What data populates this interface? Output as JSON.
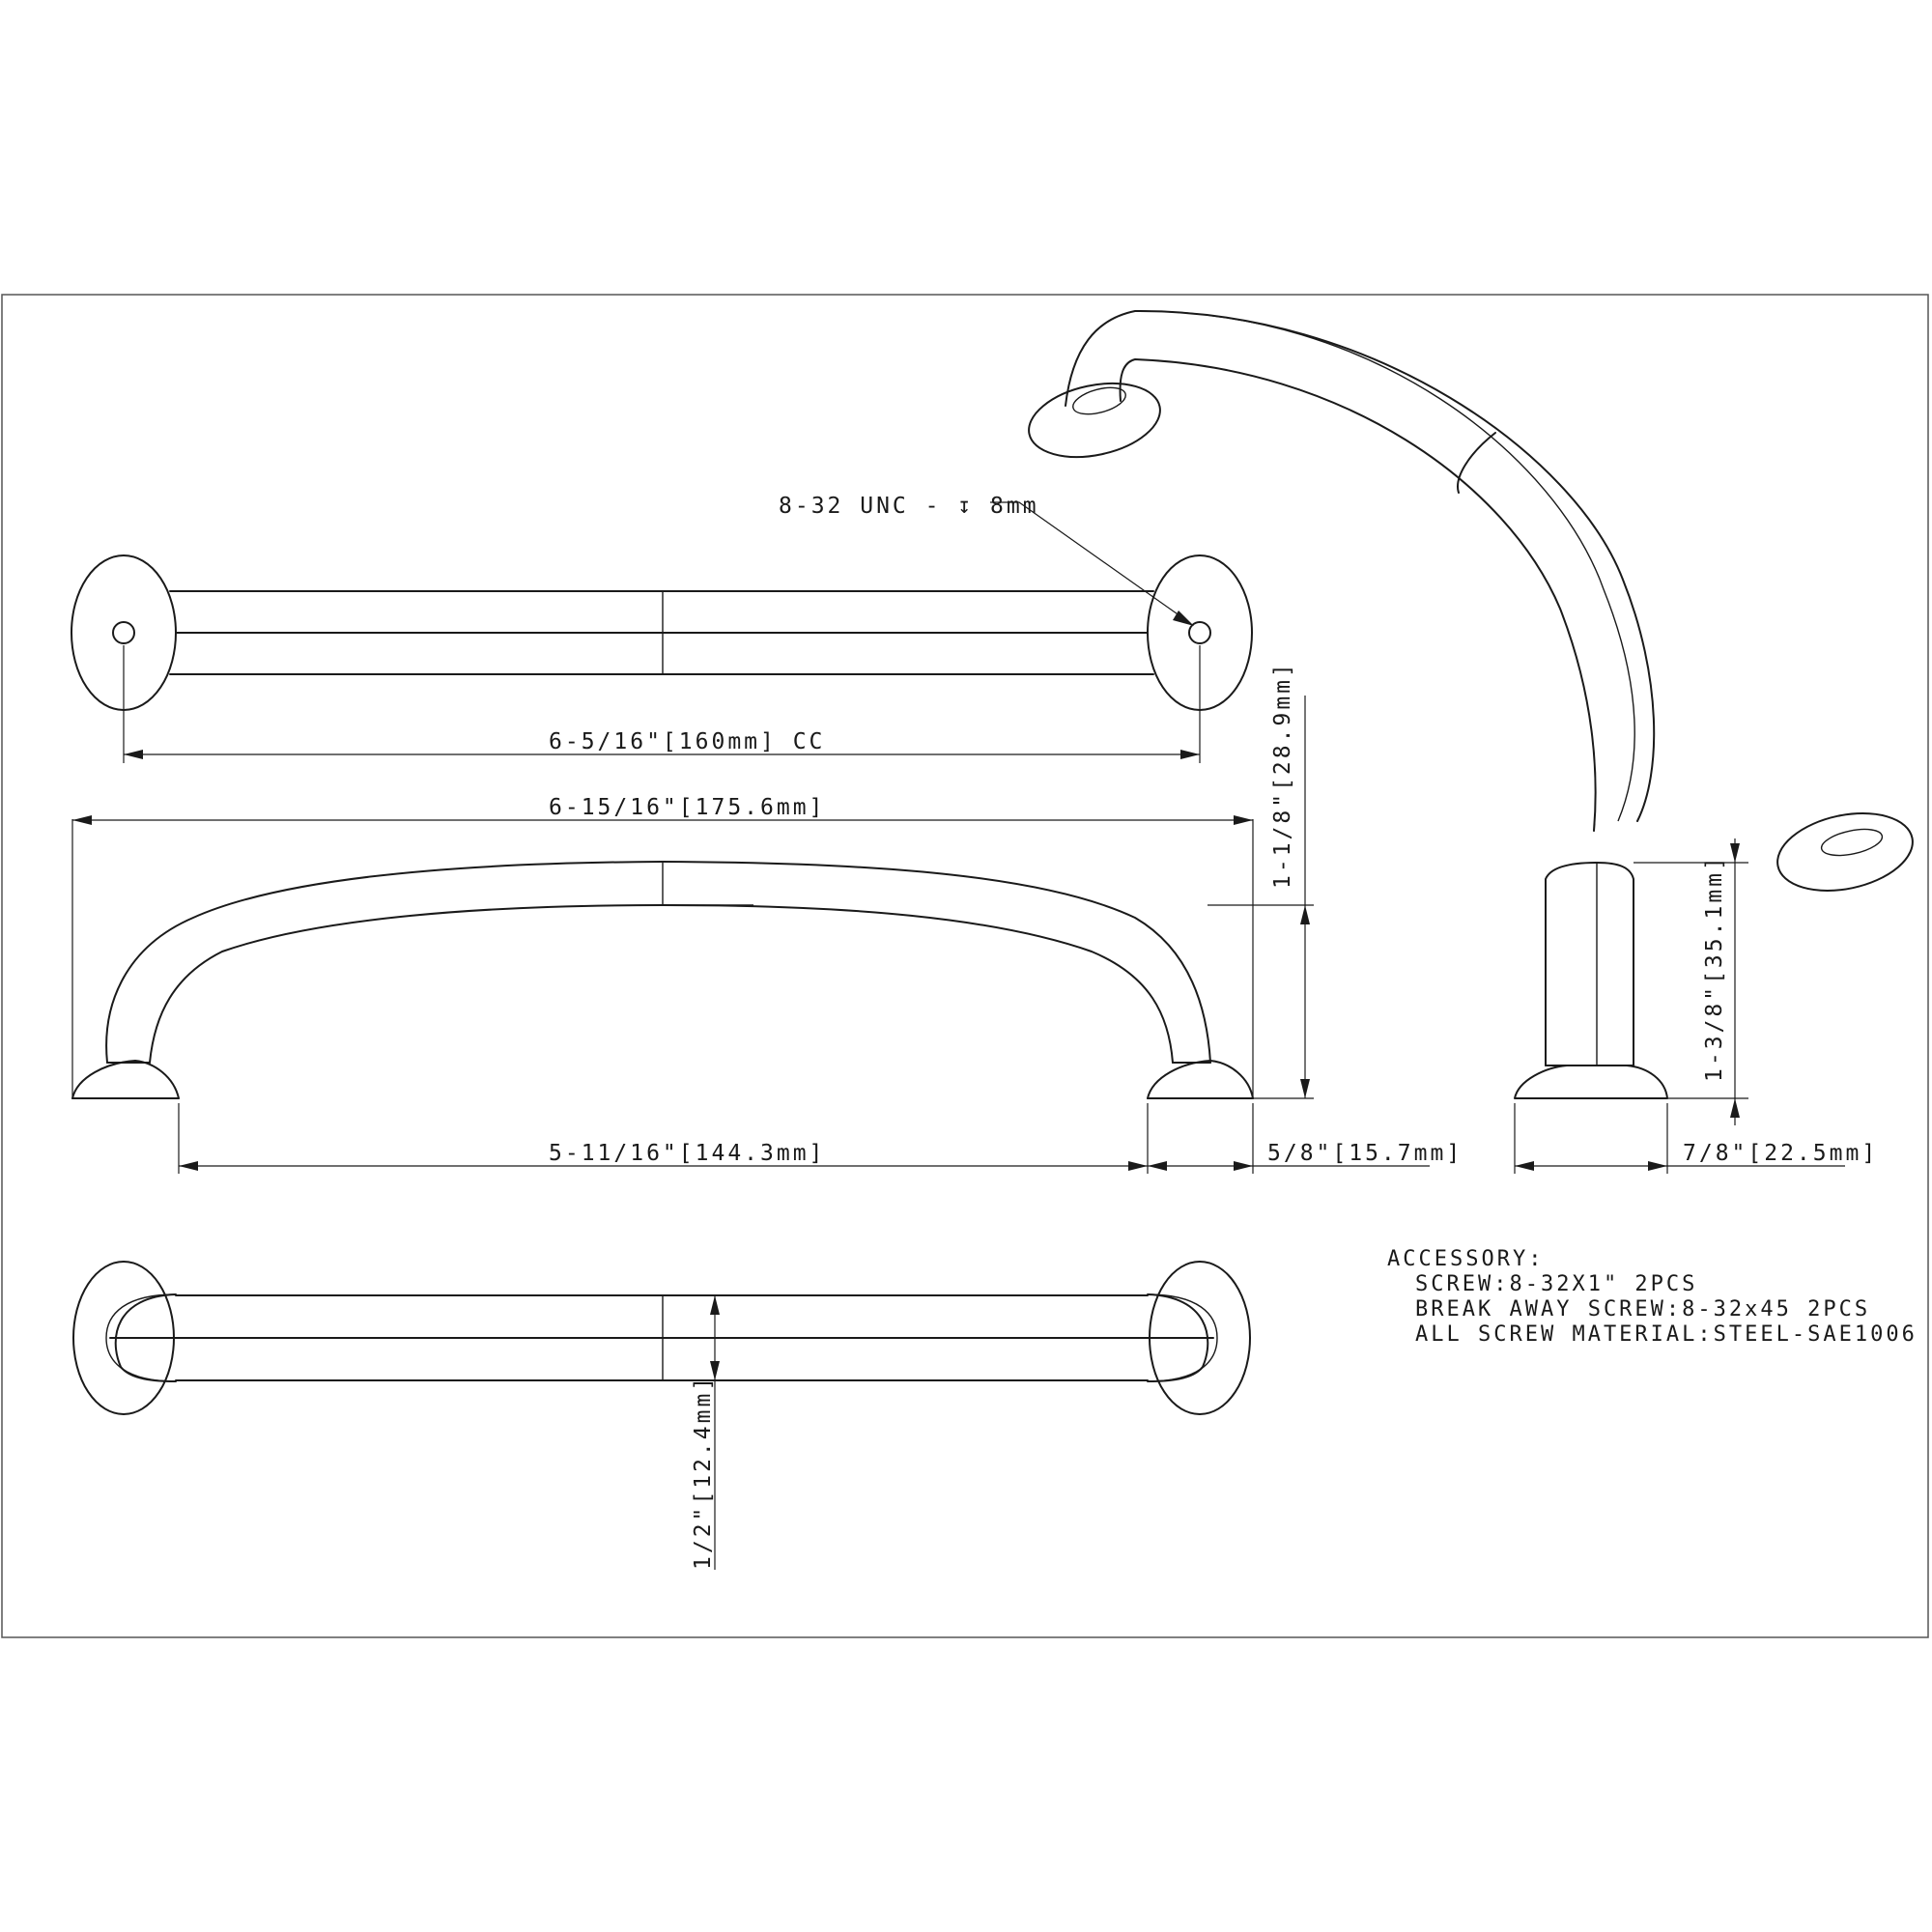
{
  "labels": {
    "thread": "8-32 UNC - ↧ 8mm",
    "center_to_center": "6-5/16\"[160mm] CC",
    "overall_length": "6-15/16\"[175.6mm]",
    "overall_height": "1-1/8\"[28.9mm]",
    "inner_span": "5-11/16\"[144.3mm]",
    "foot_width": "5/8\"[15.7mm]",
    "projection": "1-3/8\"[35.1mm]",
    "base_diameter": "7/8\"[22.5mm]",
    "bar_thickness": "1/2\"[12.4mm]"
  },
  "accessory": {
    "title": "ACCESSORY:",
    "line1": "SCREW:8-32X1\" 2PCS",
    "line2": "BREAK AWAY SCREW:8-32x45 2PCS",
    "line3": "ALL SCREW MATERIAL:STEEL-SAE1006"
  }
}
